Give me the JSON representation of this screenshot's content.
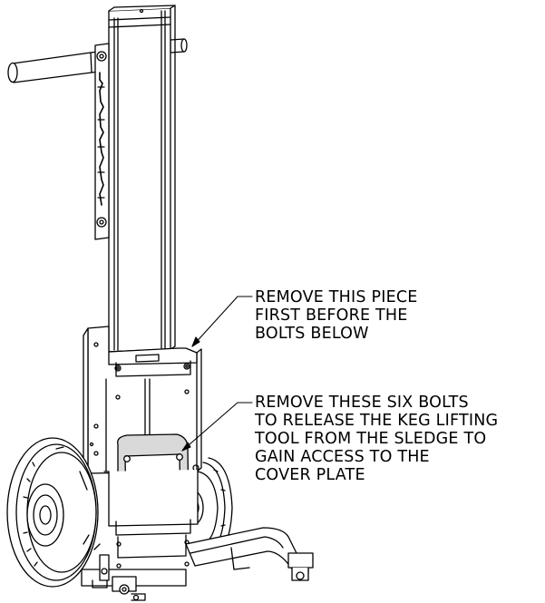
{
  "colors": {
    "line": "#000000",
    "background": "#ffffff",
    "shade": "#d9d9d9"
  },
  "callouts": [
    {
      "lines": [
        "REMOVE THIS PIECE",
        "FIRST BEFORE THE",
        "BOLTS BELOW"
      ]
    },
    {
      "lines": [
        "REMOVE THESE SIX BOLTS",
        "TO RELEASE THE KEG LIFTING",
        "TOOL FROM THE SLEDGE TO",
        "GAIN ACCESS TO THE",
        "COVER PLATE"
      ]
    }
  ]
}
